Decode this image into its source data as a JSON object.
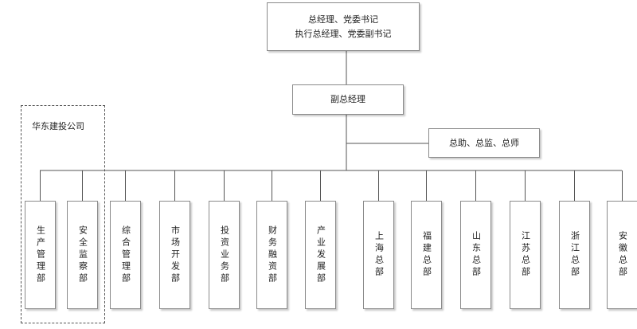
{
  "top": {
    "line1": "总经理、党委书记",
    "line2": "执行总经理、党委副书记"
  },
  "vice": {
    "label": "副总经理"
  },
  "assistants": {
    "label": "总助、总监、总师"
  },
  "group": {
    "label": "华东建投公司"
  },
  "departments": [
    "生产管理部",
    "安全监察部",
    "综合管理部",
    "市场开发部",
    "投资业务部",
    "财务融资部",
    "产业发展部",
    "上海总部",
    "福建总部",
    "山东总部",
    "江苏总部",
    "浙江总部",
    "安徽总部"
  ]
}
